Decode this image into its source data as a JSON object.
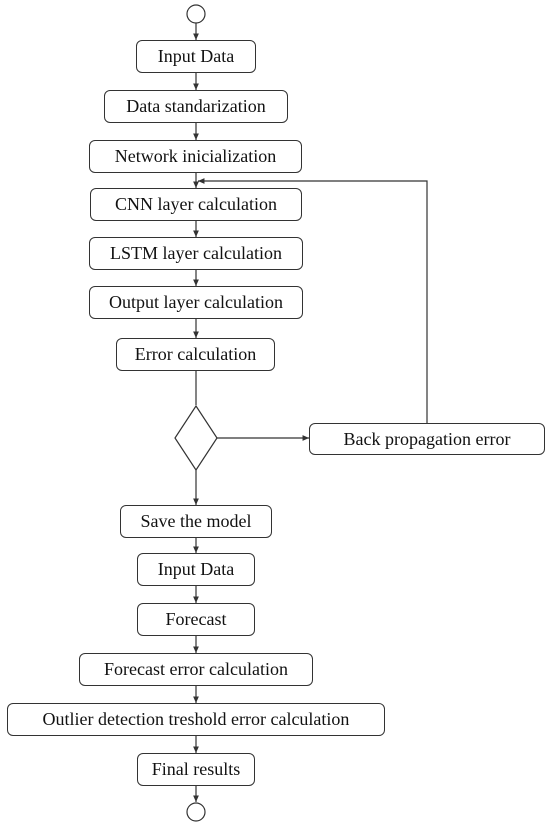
{
  "flowchart": {
    "nodes": [
      {
        "id": "input-data-1",
        "label": "Input Data"
      },
      {
        "id": "data-standardization",
        "label": "Data standarization"
      },
      {
        "id": "network-initialization",
        "label": "Network inicialization"
      },
      {
        "id": "cnn-layer",
        "label": "CNN layer calculation"
      },
      {
        "id": "lstm-layer",
        "label": "LSTM layer calculation"
      },
      {
        "id": "output-layer",
        "label": "Output layer calculation"
      },
      {
        "id": "error-calculation",
        "label": "Error calculation"
      },
      {
        "id": "back-propagation",
        "label": "Back propagation error"
      },
      {
        "id": "save-model",
        "label": "Save the model"
      },
      {
        "id": "input-data-2",
        "label": "Input Data"
      },
      {
        "id": "forecast",
        "label": "Forecast"
      },
      {
        "id": "forecast-error",
        "label": "Forecast error calculation"
      },
      {
        "id": "outlier-detection",
        "label": "Outlier detection treshold error calculation"
      },
      {
        "id": "final-results",
        "label": "Final results"
      }
    ]
  }
}
